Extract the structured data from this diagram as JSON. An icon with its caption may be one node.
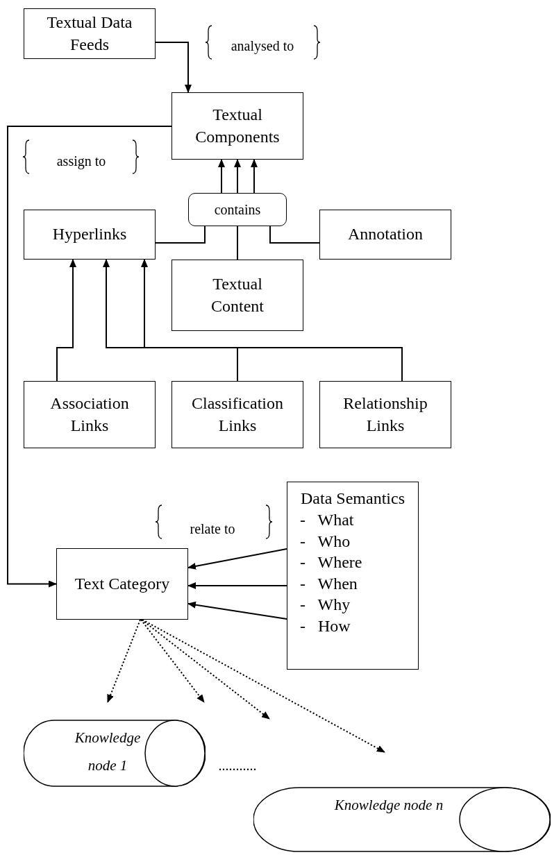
{
  "diagram": {
    "nodes": [
      {
        "text": [
          "Textual Data Feeds"
        ]
      },
      {
        "text": [
          "Textual Components"
        ]
      },
      {
        "text": [
          "contains"
        ]
      },
      {
        "text": [
          "Hyperlinks"
        ]
      },
      {
        "text": [
          "Annotation"
        ]
      },
      {
        "text": [
          "Textual Content"
        ]
      },
      {
        "text": [
          "Association Links"
        ]
      },
      {
        "text": [
          "Classification Links"
        ]
      },
      {
        "text": [
          "Relationship Links"
        ]
      },
      {
        "text": [
          "Text Category"
        ]
      },
      {
        "text": [
          "Data Semantics",
          "- What",
          "- Who",
          "- Where",
          "- When",
          "- Why",
          "- How"
        ]
      },
      {
        "text": [
          "Knowledge node 1"
        ]
      },
      {
        "text": [
          "Knowledge node n"
        ]
      }
    ],
    "edges": [
      {
        "from": 0,
        "to": 1,
        "arrow": "to"
      },
      {
        "from": 1,
        "to": 9,
        "arrow": "to"
      },
      {
        "from": 2,
        "to": 1,
        "arrow": "to"
      },
      {
        "from": 2,
        "to": 1,
        "arrow": "to"
      },
      {
        "from": 2,
        "to": 1,
        "arrow": "to"
      },
      {
        "from": 3,
        "to": 2,
        "arrow": "none"
      },
      {
        "from": 4,
        "to": 2,
        "arrow": "none"
      },
      {
        "from": 5,
        "to": 2,
        "arrow": "none"
      },
      {
        "from": 6,
        "to": 3,
        "arrow": "to"
      },
      {
        "from": 7,
        "to": 3,
        "arrow": "to"
      },
      {
        "from": 8,
        "to": 3,
        "arrow": "to"
      },
      {
        "from": 10,
        "to": 9,
        "arrow": "to"
      },
      {
        "from": 10,
        "to": 9,
        "arrow": "to"
      },
      {
        "from": 10,
        "to": 9,
        "arrow": "to"
      },
      {
        "from": 9,
        "to": 11,
        "arrow": "to",
        "style": "dashed"
      },
      {
        "from": 9,
        "to": null,
        "arrow": "to",
        "style": "dashed"
      },
      {
        "from": 9,
        "to": null,
        "arrow": "to",
        "style": "dashed"
      },
      {
        "from": 9,
        "to": 12,
        "arrow": "to",
        "style": "dashed"
      }
    ],
    "labels": [
      "analysed to",
      "assign to",
      "relate to",
      "..........."
    ]
  }
}
